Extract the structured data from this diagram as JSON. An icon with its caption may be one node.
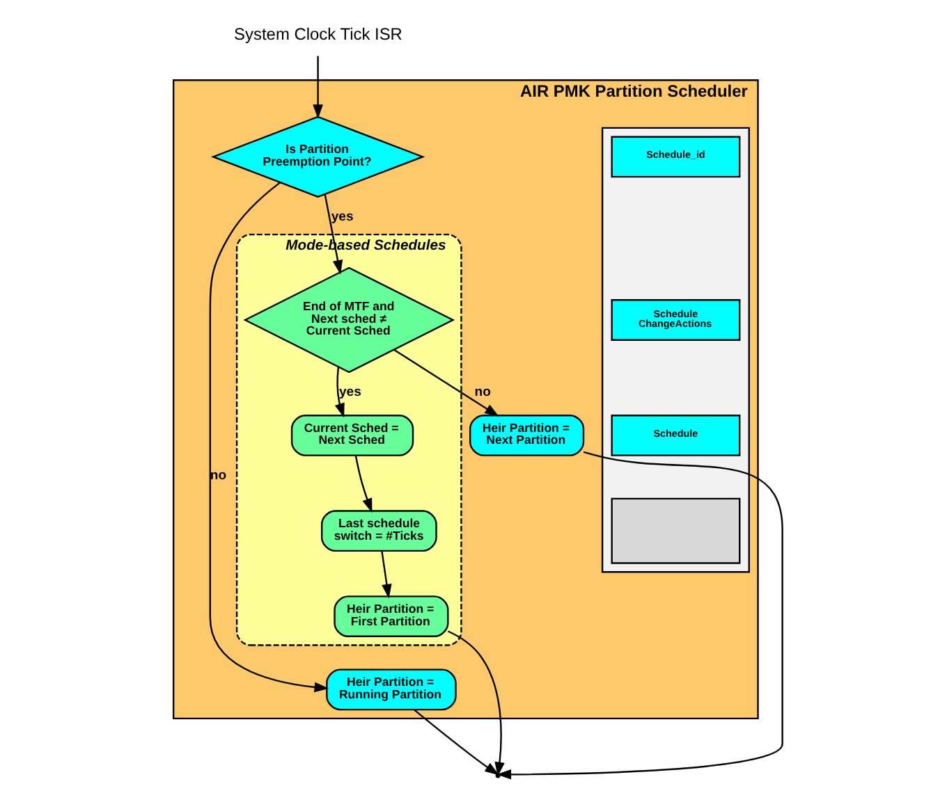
{
  "diagram": {
    "nodes": [
      {
        "text": [
          "System Clock Tick ISR"
        ]
      },
      {
        "text": [
          "AIR PMK Partition Scheduler"
        ]
      },
      {
        "text": [
          "Is Partition Preemption Point?"
        ],
        "in": 1
      },
      {
        "text": [
          "Mode-based Schedules"
        ],
        "in": 1
      },
      {
        "text": [
          "End of MTF and Next sched ≠ Current Sched"
        ],
        "in": 3
      },
      {
        "text": [
          "Current Sched = Next Sched"
        ],
        "in": 3
      },
      {
        "text": [
          "Last schedule switch = #Ticks"
        ],
        "in": 3
      },
      {
        "text": [
          "Heir Partition = First Partition"
        ],
        "in": 3
      },
      {
        "text": [
          "Heir Partition = Next Partition"
        ],
        "in": 1
      },
      {
        "text": [
          "Heir Partition = Running Partition"
        ],
        "in": 1
      },
      {
        "text": [],
        "shape": "box",
        "in": 1
      },
      {
        "text": [
          "Schedule_id"
        ],
        "in": 10
      },
      {
        "text": [
          "Schedule ChangeActions"
        ],
        "in": 10
      },
      {
        "text": [
          "Schedule"
        ],
        "in": 10
      },
      {
        "text": [],
        "shape": "box",
        "in": 10
      }
    ],
    "edges": [
      {
        "from": 0,
        "to": 2,
        "arrow": "to"
      },
      {
        "from": 2,
        "to": 4,
        "arrow": "to",
        "label": "yes"
      },
      {
        "from": 2,
        "to": 9,
        "arrow": "to",
        "label": "no"
      },
      {
        "from": 4,
        "to": 5,
        "arrow": "to",
        "label": "yes"
      },
      {
        "from": 4,
        "to": 8,
        "arrow": "to",
        "label": "no"
      },
      {
        "from": 5,
        "to": 6,
        "arrow": "to"
      },
      {
        "from": 6,
        "to": 7,
        "arrow": "to"
      },
      {
        "from": 8,
        "to": null,
        "arrow": "to"
      },
      {
        "from": 7,
        "to": null,
        "arrow": "to"
      },
      {
        "from": 9,
        "to": null,
        "arrow": "to"
      }
    ]
  }
}
